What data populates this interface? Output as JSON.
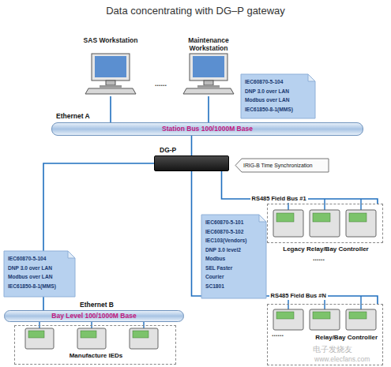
{
  "diagram": {
    "title": "Data concentrating with DG–P gateway",
    "nodes": [
      {
        "text": [
          "SAS Workstation"
        ]
      },
      {
        "text": [
          "Maintenance Workstation"
        ]
      },
      {
        "text": [
          "IEC60870-5-104",
          "DNP 3.0 over LAN",
          "Modbus over LAN",
          "IEC61850-8-1(MMS)"
        ]
      },
      {
        "text": [
          "Ethernet A",
          "Station Bus 100/1000M Base"
        ]
      },
      {
        "text": [
          "DG-P"
        ]
      },
      {
        "text": [
          "IRIG-B Time Synchronization"
        ]
      },
      {
        "text": [
          "IEC60870-5-101",
          "IEC60870-5-102",
          "IEC103(Vendors)",
          "DNP 3.0 level2",
          "Modbus",
          "SEL Faster",
          "Courier",
          "SC1801"
        ]
      },
      {
        "text": [
          "Legacy Relay/Bay Controller"
        ]
      },
      {
        "text": [
          "IEC60870-5-104",
          "DNP 3.0 over LAN",
          "Modbus over LAN",
          "IEC61850-8-1(MMS)"
        ]
      },
      {
        "text": [
          "Ethernet B",
          "Bay Level 100/1000M Base"
        ]
      },
      {
        "text": [
          "Manufacture IEDs"
        ]
      },
      {
        "text": [
          "Relay/Bay Controller"
        ]
      }
    ],
    "edges": [
      {
        "from": 0,
        "to": 3,
        "arrow": "none"
      },
      {
        "from": 1,
        "to": 3,
        "arrow": "none"
      },
      {
        "from": 4,
        "to": 3,
        "arrow": "none"
      },
      {
        "from": 4,
        "to": 9,
        "arrow": "none"
      },
      {
        "from": 4,
        "to": 7,
        "label": "RS485 Field Bus #1",
        "arrow": "none"
      },
      {
        "from": 4,
        "to": 11,
        "label": "RS485 Field Bus #N",
        "arrow": "none"
      }
    ],
    "labels": [
      "......",
      "......",
      "......",
      "电子发烧友",
      "www.elecfans.com"
    ]
  }
}
